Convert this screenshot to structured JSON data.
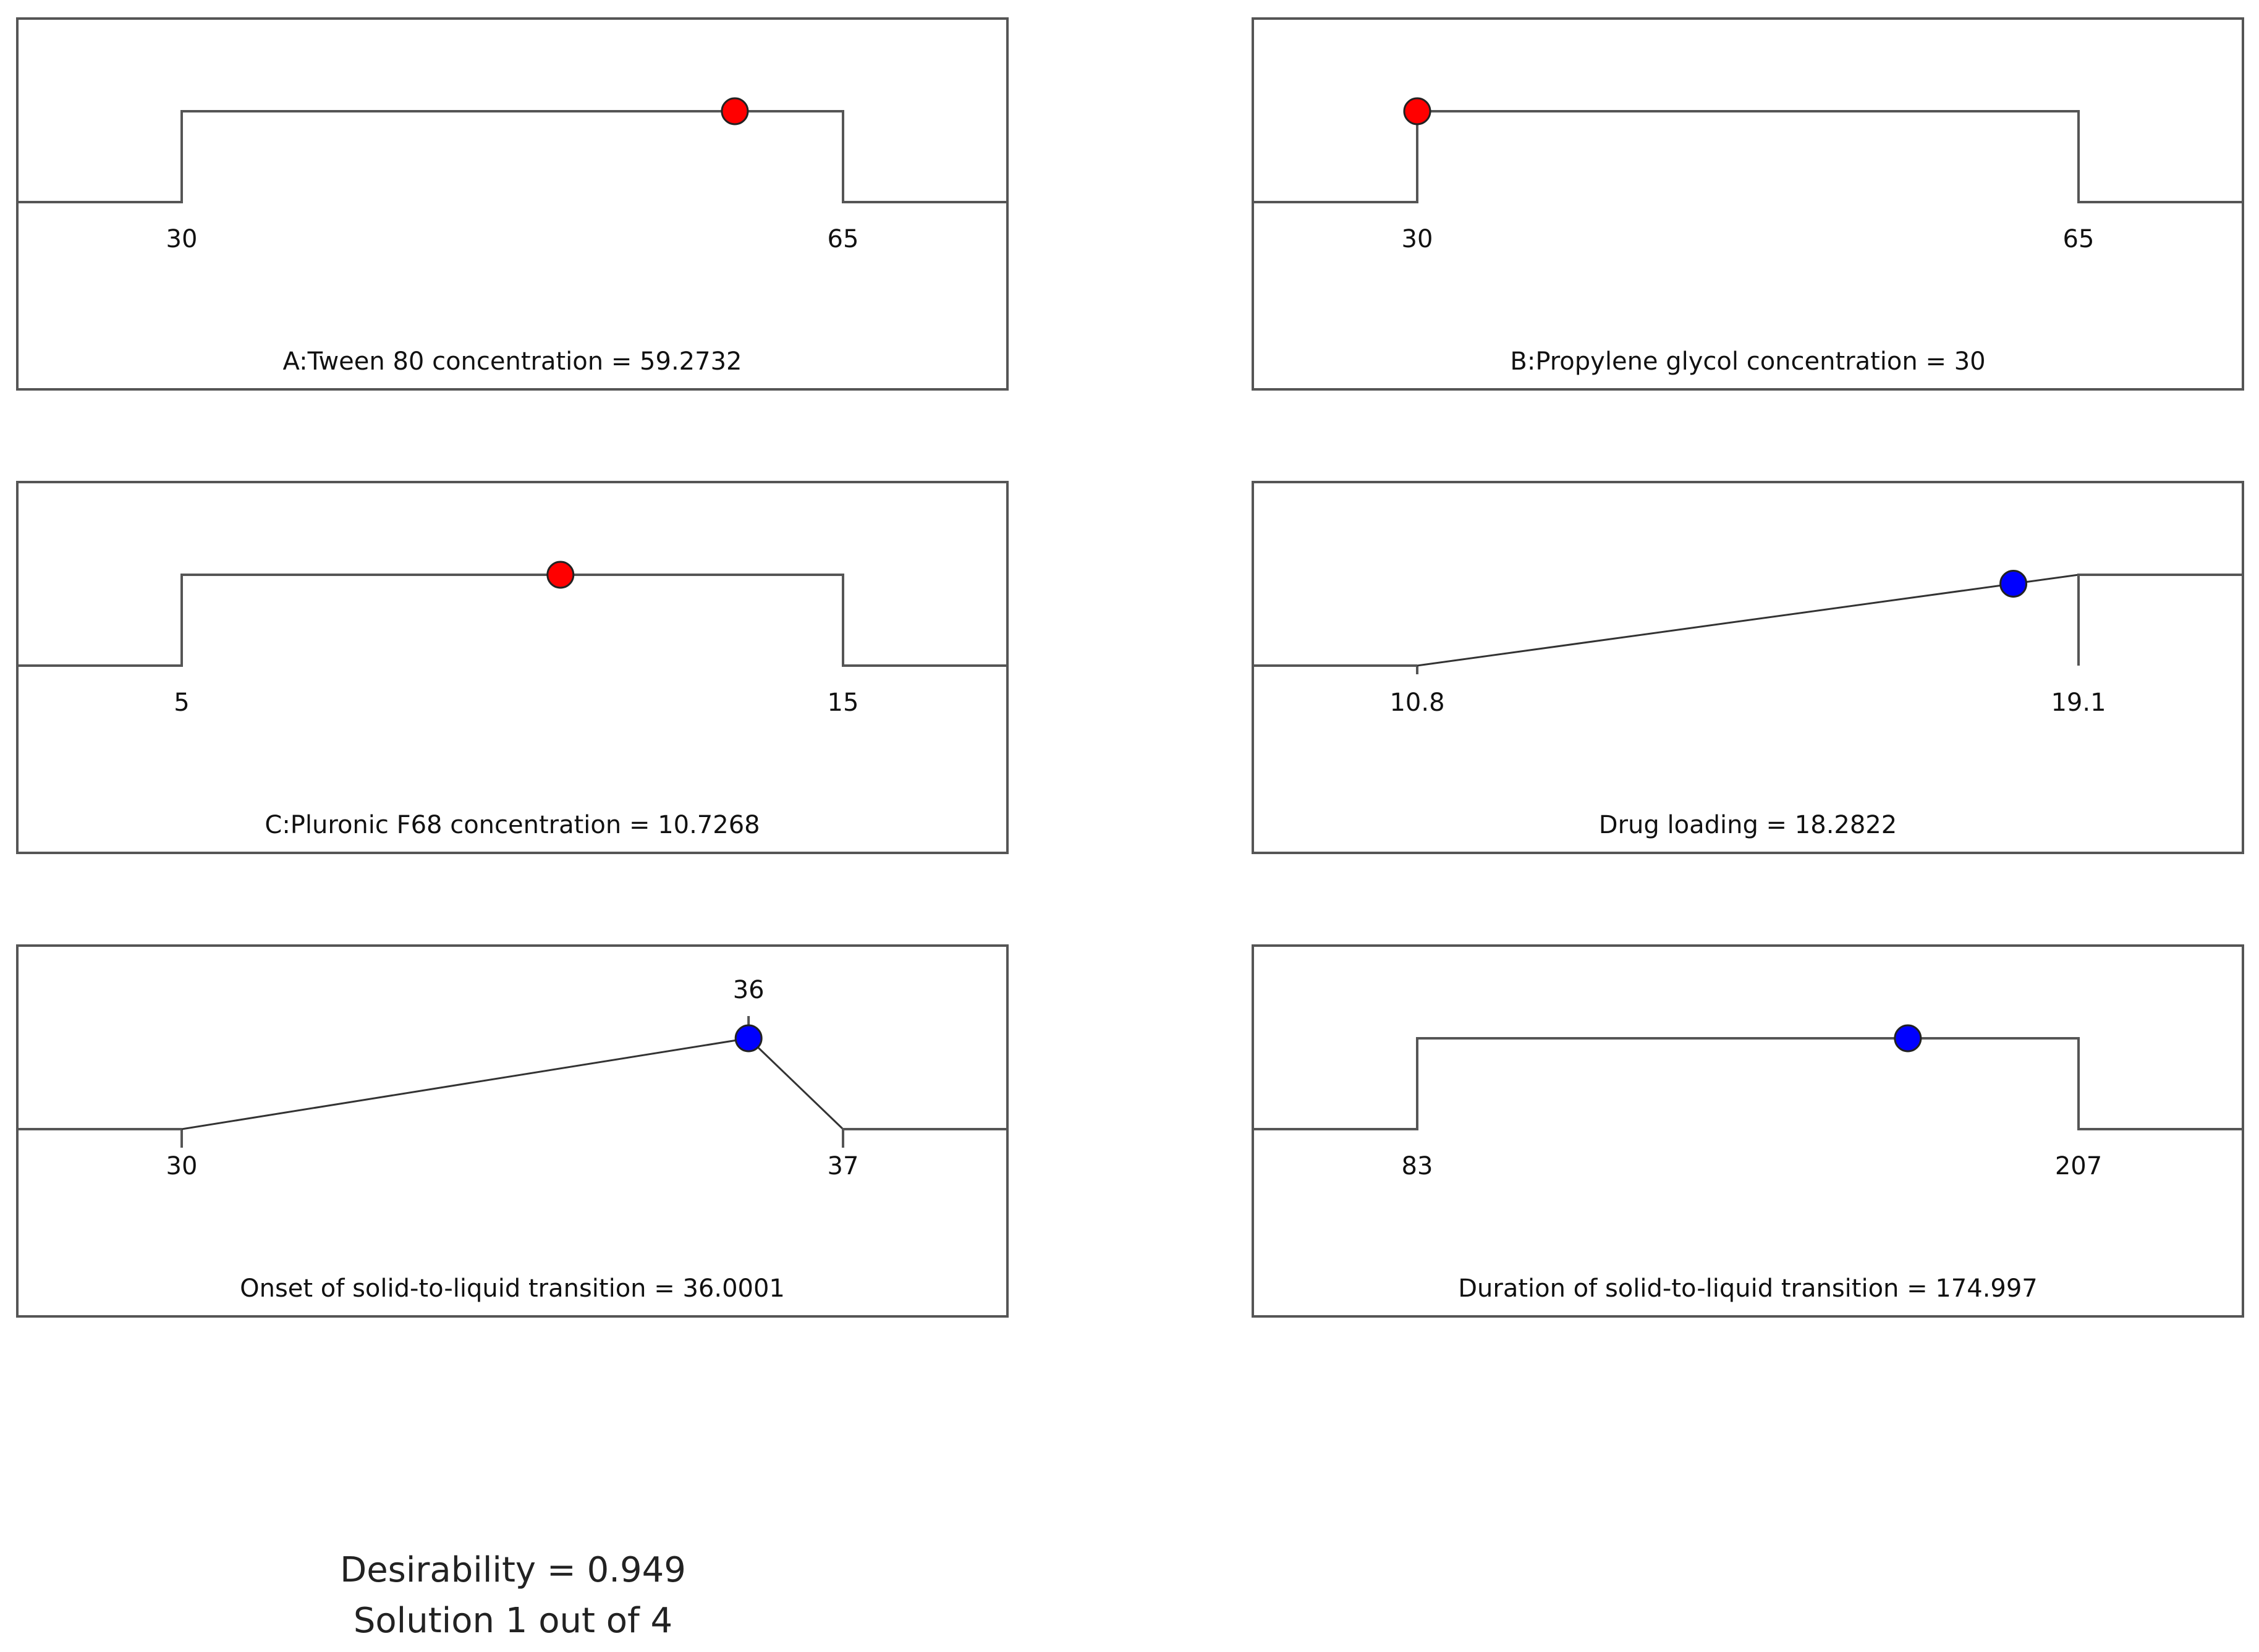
{
  "chart_data": {
    "type": "ramp",
    "panels": [
      {
        "label": "A:Tween 80 concentration = 59.2732",
        "shape": "range",
        "low": 30,
        "high": 65,
        "value": 59.2732,
        "tick_labels": [
          "30",
          "65"
        ],
        "point_color": "#ff0000"
      },
      {
        "label": "B:Propylene glycol concentration = 30",
        "shape": "range",
        "low": 30,
        "high": 65,
        "value": 30,
        "tick_labels": [
          "30",
          "65"
        ],
        "point_color": "#ff0000"
      },
      {
        "label": "C:Pluronic F68 concentration = 10.7268",
        "shape": "range",
        "low": 5,
        "high": 15,
        "value": 10.7268,
        "tick_labels": [
          "5",
          "15"
        ],
        "point_color": "#ff0000"
      },
      {
        "label": "Drug loading = 18.2822",
        "shape": "maximize",
        "low": 10.8,
        "high": 19.1,
        "value": 18.2822,
        "tick_labels": [
          "10.8",
          "19.1"
        ],
        "point_color": "#0000ff"
      },
      {
        "label": "Onset of solid-to-liquid transition = 36.0001",
        "shape": "target",
        "low": 30,
        "target": 36,
        "high": 37,
        "value": 36.0001,
        "tick_labels": [
          "30",
          "36",
          "37"
        ],
        "point_color": "#0000ff"
      },
      {
        "label": "Duration of solid-to-liquid transition = 174.997",
        "shape": "range",
        "low": 83,
        "high": 207,
        "value": 174.997,
        "tick_labels": [
          "83",
          "207"
        ],
        "point_color": "#0000ff"
      }
    ]
  },
  "summary": {
    "desirability": "Desirability = 0.949",
    "solution": "Solution 1 out of 4"
  }
}
